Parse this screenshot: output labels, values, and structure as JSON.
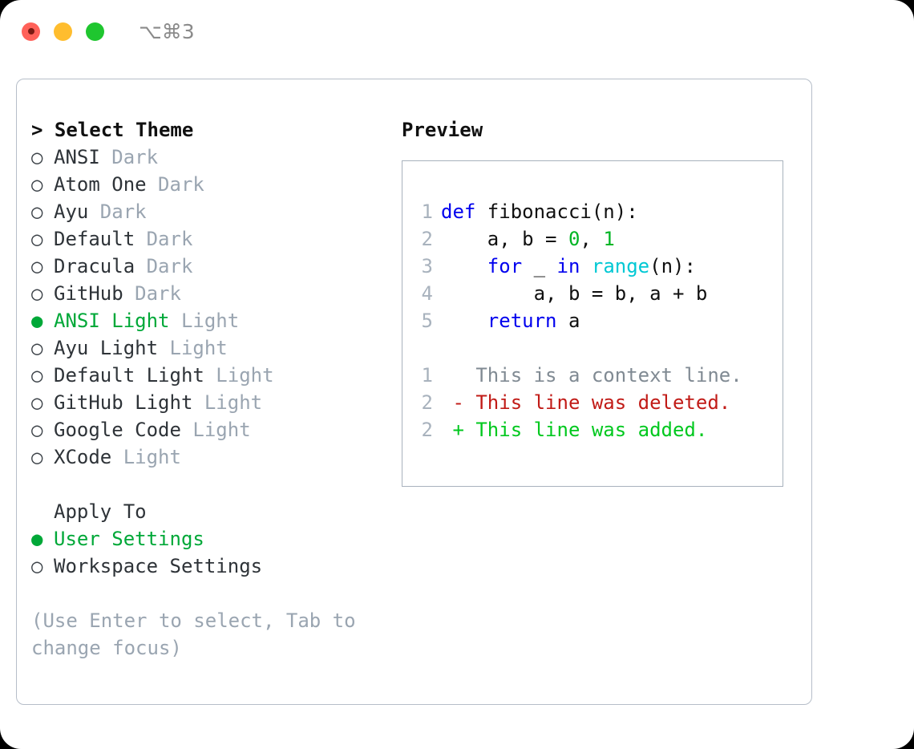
{
  "window": {
    "shortcut": "⌥⌘3",
    "traffic_lights": [
      "close",
      "minimize",
      "zoom"
    ]
  },
  "theme_picker": {
    "header": "> Select Theme",
    "selected_marker": "●",
    "unselected_marker": "○",
    "accent_color": "#00a838",
    "muted_color": "#9aa5b1",
    "items": [
      {
        "name": "ANSI",
        "kind": "Dark",
        "selected": false
      },
      {
        "name": "Atom One",
        "kind": "Dark",
        "selected": false
      },
      {
        "name": "Ayu",
        "kind": "Dark",
        "selected": false
      },
      {
        "name": "Default",
        "kind": "Dark",
        "selected": false
      },
      {
        "name": "Dracula",
        "kind": "Dark",
        "selected": false
      },
      {
        "name": "GitHub",
        "kind": "Dark",
        "selected": false
      },
      {
        "name": "ANSI Light",
        "kind": "Light",
        "selected": true
      },
      {
        "name": "Ayu Light",
        "kind": "Light",
        "selected": false
      },
      {
        "name": "Default Light",
        "kind": "Light",
        "selected": false
      },
      {
        "name": "GitHub Light",
        "kind": "Light",
        "selected": false
      },
      {
        "name": "Google Code",
        "kind": "Light",
        "selected": false
      },
      {
        "name": "XCode",
        "kind": "Light",
        "selected": false
      }
    ]
  },
  "apply_to": {
    "header": "Apply To",
    "items": [
      {
        "name": "User Settings",
        "selected": true
      },
      {
        "name": "Workspace Settings",
        "selected": false
      }
    ]
  },
  "hint": "(Use Enter to select, Tab to change focus)",
  "preview": {
    "title": "Preview",
    "code_lines": [
      {
        "num": "1",
        "tokens": [
          {
            "t": "def",
            "c": "kw"
          },
          {
            "t": " fibonacci(n):",
            "c": "txt"
          }
        ]
      },
      {
        "num": "2",
        "tokens": [
          {
            "t": "    a, b = ",
            "c": "txt"
          },
          {
            "t": "0",
            "c": "num"
          },
          {
            "t": ", ",
            "c": "txt"
          },
          {
            "t": "1",
            "c": "num"
          }
        ]
      },
      {
        "num": "3",
        "tokens": [
          {
            "t": "    ",
            "c": "txt"
          },
          {
            "t": "for",
            "c": "kw"
          },
          {
            "t": " _ ",
            "c": "txt"
          },
          {
            "t": "in",
            "c": "kw"
          },
          {
            "t": " ",
            "c": "txt"
          },
          {
            "t": "range",
            "c": "fn"
          },
          {
            "t": "(n):",
            "c": "txt"
          }
        ]
      },
      {
        "num": "4",
        "tokens": [
          {
            "t": "        a, b = b, a + b",
            "c": "txt"
          }
        ]
      },
      {
        "num": "5",
        "tokens": [
          {
            "t": "    ",
            "c": "txt"
          },
          {
            "t": "return",
            "c": "kw"
          },
          {
            "t": " a",
            "c": "txt"
          }
        ]
      }
    ],
    "diff_lines": [
      {
        "num": "1",
        "tokens": [
          {
            "t": "   This is a context line.",
            "c": "ctx"
          }
        ]
      },
      {
        "num": "2",
        "tokens": [
          {
            "t": " - This line was deleted.",
            "c": "del"
          }
        ]
      },
      {
        "num": "2",
        "tokens": [
          {
            "t": " + This line was added.",
            "c": "add"
          }
        ]
      }
    ]
  }
}
